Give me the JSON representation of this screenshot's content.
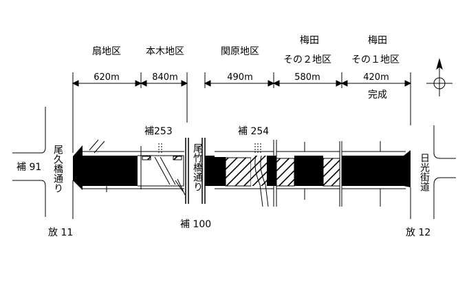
{
  "districts": [
    {
      "name": "扇地区"
    },
    {
      "name": "本木地区"
    },
    {
      "name": "関原地区"
    },
    {
      "name_line1": "梅田",
      "name_line2": "その２地区"
    },
    {
      "name_line1": "梅田",
      "name_line2": "その１地区"
    }
  ],
  "segments": [
    {
      "length": "620m"
    },
    {
      "length": "840m"
    },
    {
      "length": "490m"
    },
    {
      "length": "580m"
    },
    {
      "length": "420m",
      "status": "完成"
    }
  ],
  "roads": {
    "left_cross": "補 91",
    "left_street": "尾久橋通り",
    "left_bottom": "放 11",
    "mid_top_1": "補253",
    "mid_street": "尾竹橋通り",
    "mid_bottom": "補 100",
    "mid_top_2": "補 254",
    "right_street": "日光街道",
    "right_bottom": "放 12"
  },
  "compass": {
    "icon": "north-arrow-icon"
  }
}
